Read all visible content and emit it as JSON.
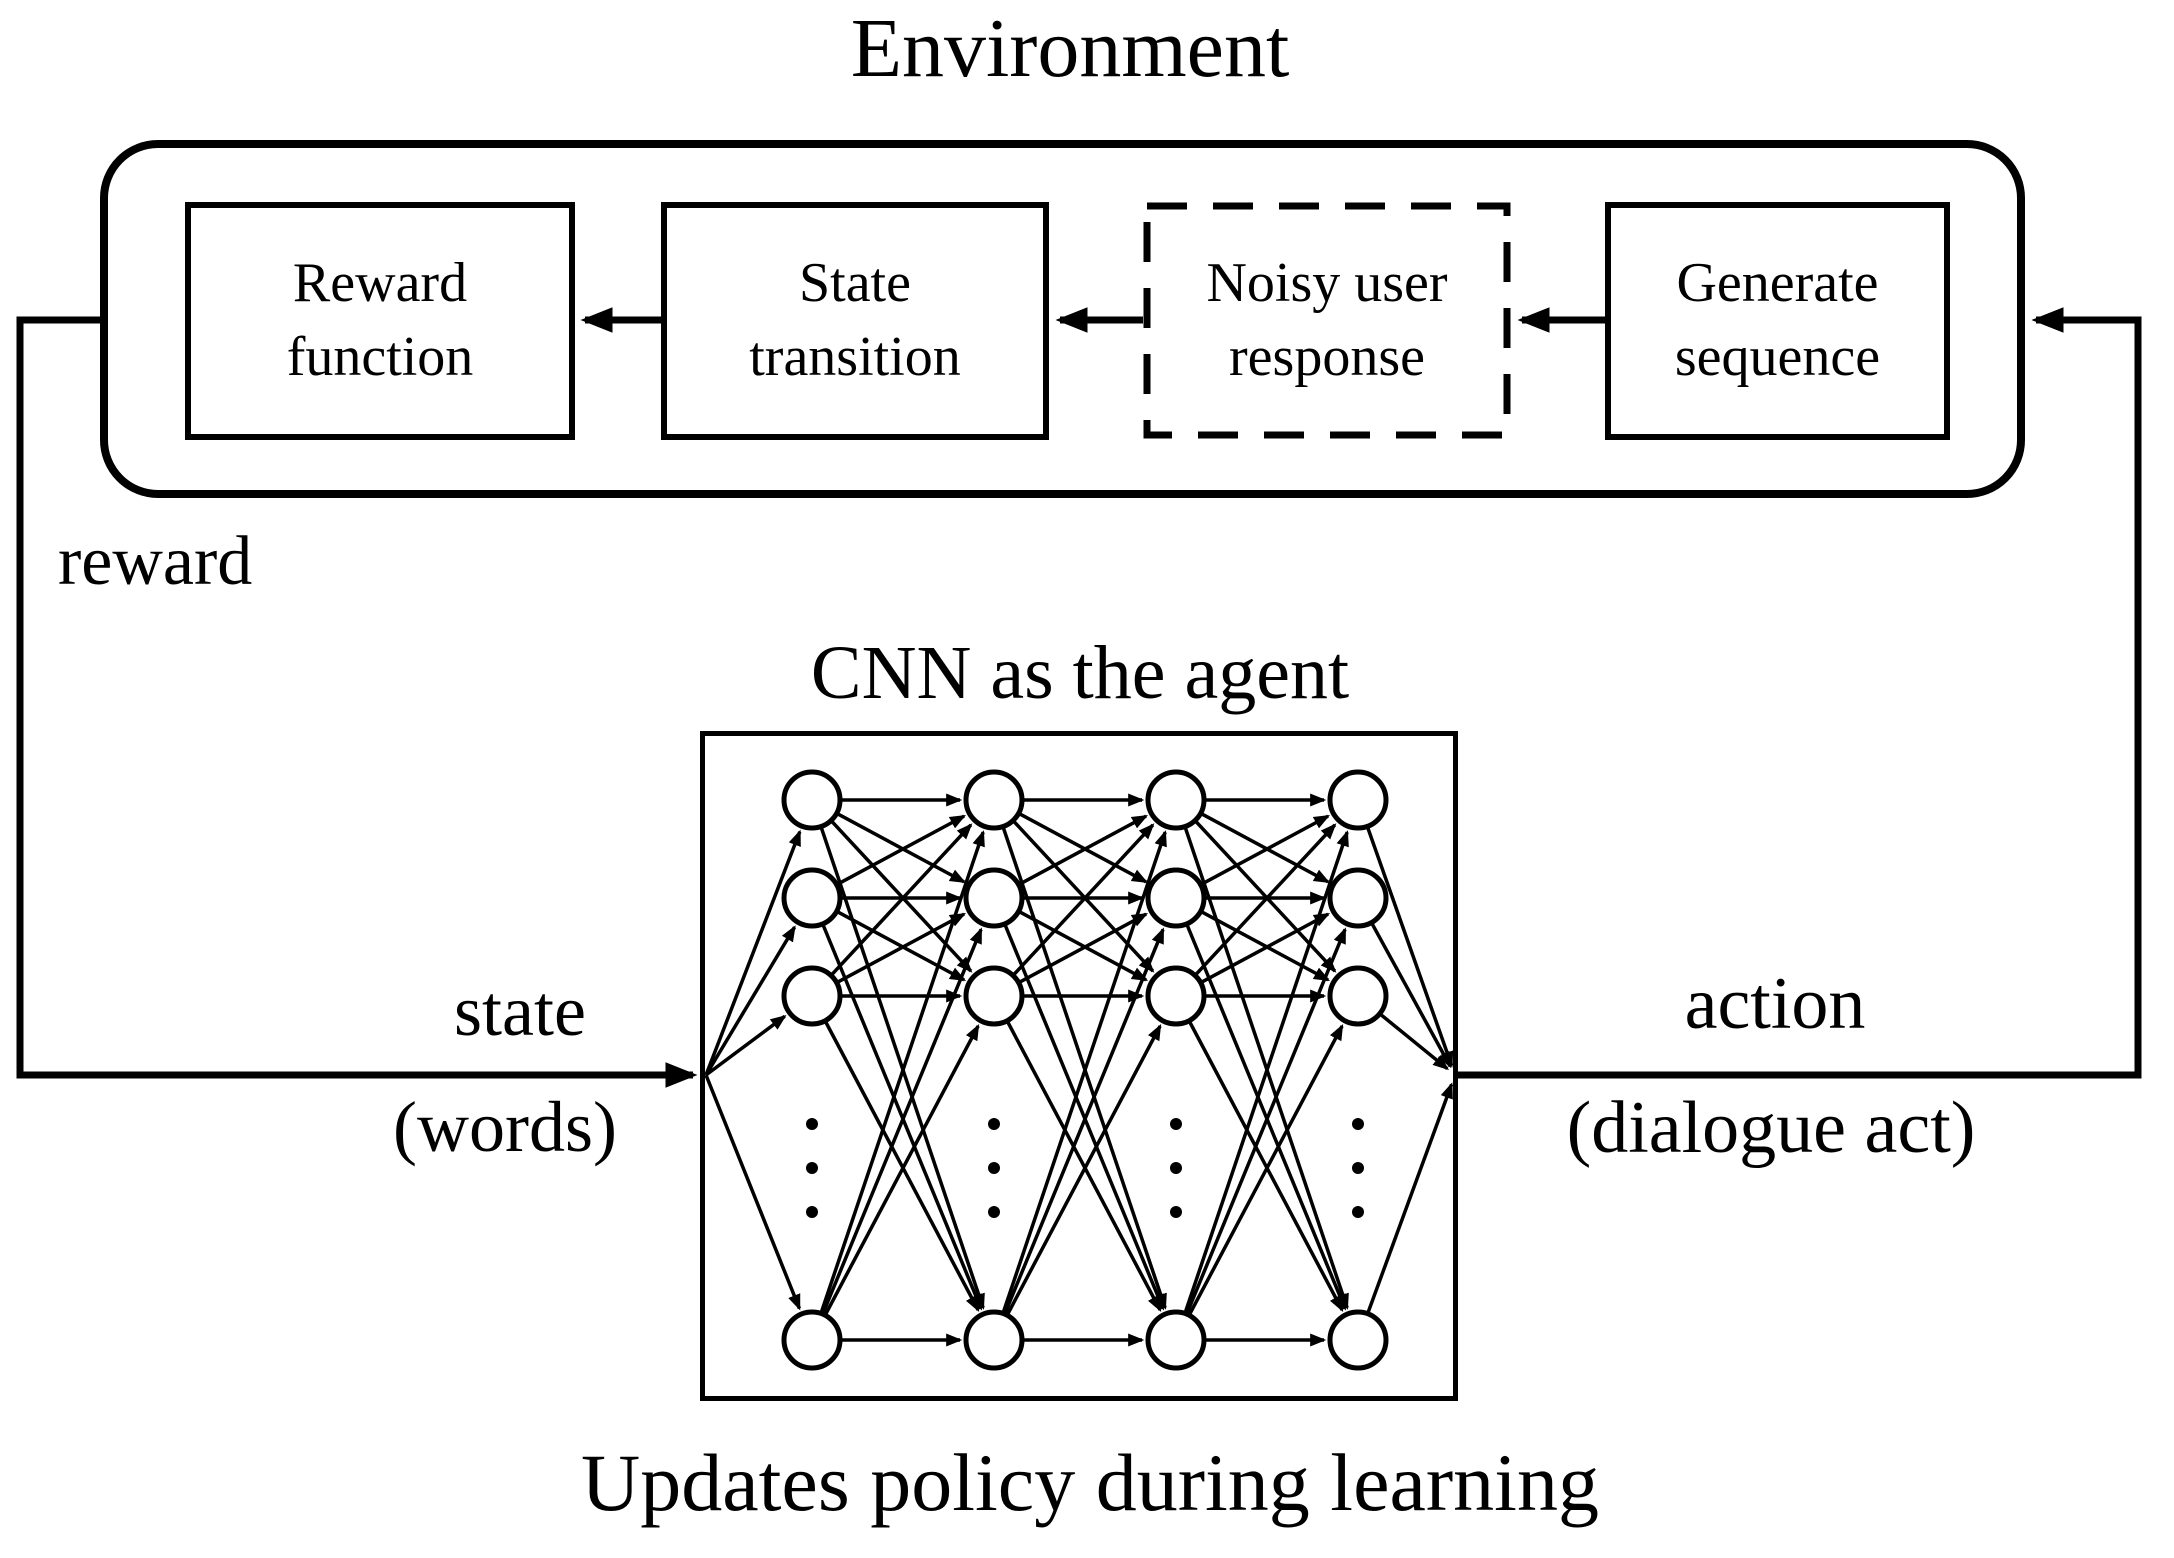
{
  "figure": {
    "type": "reinforcement-learning-loop-diagram"
  },
  "environment": {
    "title": "Environment",
    "boxes": [
      {
        "id": "reward-function",
        "label": "Reward\nfunction",
        "border": "solid"
      },
      {
        "id": "state-transition",
        "label": "State\ntransition",
        "border": "solid"
      },
      {
        "id": "noisy-user-response",
        "label": "Noisy user\nresponse",
        "border": "dashed"
      },
      {
        "id": "generate-sequence",
        "label": "Generate\nsequence",
        "border": "solid"
      }
    ],
    "flow": "Generate sequence -> Noisy user response -> State transition -> Reward function"
  },
  "agent": {
    "title": "CNN as the agent",
    "caption": "Updates policy during learning",
    "network": {
      "layers": 4,
      "visible_nodes_per_layer": 4,
      "ellipsis_between_rows": true
    }
  },
  "labels": {
    "reward": "reward",
    "state": "state",
    "state_sub": "(words)",
    "action": "action",
    "action_sub": "(dialogue act)"
  },
  "colors": {
    "foreground": "#000000",
    "background": "#ffffff"
  }
}
